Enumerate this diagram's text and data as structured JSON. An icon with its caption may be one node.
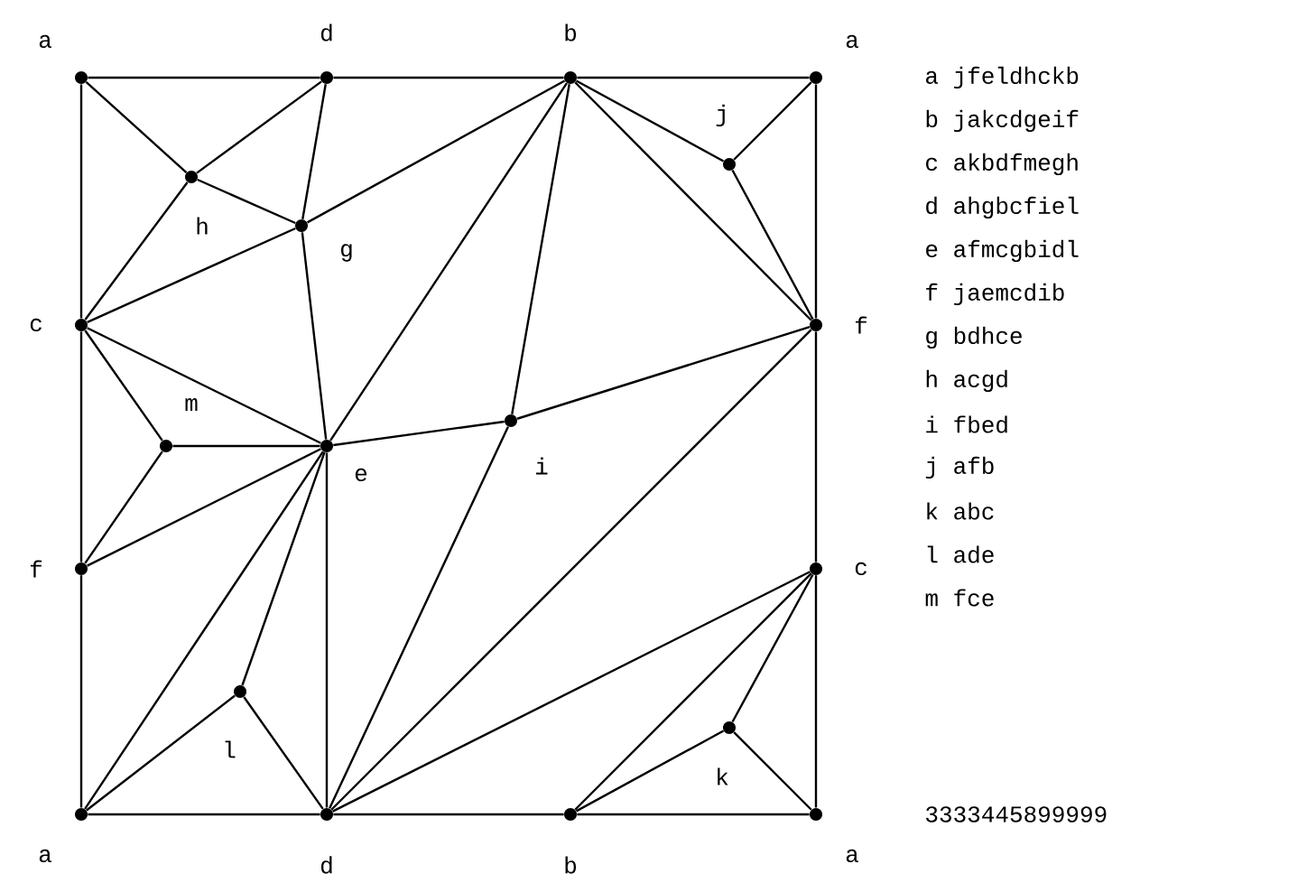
{
  "diagram": {
    "nodes": [
      {
        "text": [],
        "shape": "circle",
        "beside": [
          "a"
        ]
      },
      {
        "text": [],
        "shape": "circle",
        "beside": [
          "d"
        ]
      },
      {
        "text": [],
        "shape": "circle",
        "beside": [
          "b"
        ]
      },
      {
        "text": [],
        "shape": "circle",
        "beside": [
          "a"
        ]
      },
      {
        "text": [],
        "shape": "circle",
        "beside": [
          "j"
        ]
      },
      {
        "text": [],
        "shape": "circle",
        "beside": [
          "h"
        ]
      },
      {
        "text": [],
        "shape": "circle",
        "beside": [
          "g"
        ]
      },
      {
        "text": [],
        "shape": "circle",
        "beside": [
          "c"
        ]
      },
      {
        "text": [],
        "shape": "circle",
        "beside": [
          "f"
        ]
      },
      {
        "text": [],
        "shape": "circle",
        "beside": [
          "i"
        ]
      },
      {
        "text": [],
        "shape": "circle",
        "beside": [
          "m"
        ]
      },
      {
        "text": [],
        "shape": "circle",
        "beside": [
          "e"
        ]
      },
      {
        "text": [],
        "shape": "circle",
        "beside": [
          "f"
        ]
      },
      {
        "text": [],
        "shape": "circle",
        "beside": [
          "c"
        ]
      },
      {
        "text": [],
        "shape": "circle",
        "beside": [
          "l"
        ]
      },
      {
        "text": [],
        "shape": "circle",
        "beside": [
          "k"
        ]
      },
      {
        "text": [],
        "shape": "circle",
        "beside": [
          "a"
        ]
      },
      {
        "text": [],
        "shape": "circle",
        "beside": [
          "d"
        ]
      },
      {
        "text": [],
        "shape": "circle",
        "beside": [
          "b"
        ]
      },
      {
        "text": [],
        "shape": "circle",
        "beside": [
          "a"
        ]
      }
    ],
    "edges": [
      {
        "from": 0,
        "to": 1,
        "arrow": "none"
      },
      {
        "from": 1,
        "to": 2,
        "arrow": "none"
      },
      {
        "from": 2,
        "to": 3,
        "arrow": "none"
      },
      {
        "from": 0,
        "to": 7,
        "arrow": "none"
      },
      {
        "from": 7,
        "to": 12,
        "arrow": "none"
      },
      {
        "from": 12,
        "to": 16,
        "arrow": "none"
      },
      {
        "from": 3,
        "to": 8,
        "arrow": "none"
      },
      {
        "from": 8,
        "to": 13,
        "arrow": "none"
      },
      {
        "from": 13,
        "to": 19,
        "arrow": "none"
      },
      {
        "from": 16,
        "to": 17,
        "arrow": "none"
      },
      {
        "from": 17,
        "to": 18,
        "arrow": "none"
      },
      {
        "from": 18,
        "to": 19,
        "arrow": "none"
      },
      {
        "from": 0,
        "to": 5,
        "arrow": "none"
      },
      {
        "from": 5,
        "to": 1,
        "arrow": "none"
      },
      {
        "from": 5,
        "to": 7,
        "arrow": "none"
      },
      {
        "from": 5,
        "to": 6,
        "arrow": "none"
      },
      {
        "from": 1,
        "to": 6,
        "arrow": "none"
      },
      {
        "from": 6,
        "to": 2,
        "arrow": "none"
      },
      {
        "from": 6,
        "to": 7,
        "arrow": "none"
      },
      {
        "from": 6,
        "to": 11,
        "arrow": "none"
      },
      {
        "from": 7,
        "to": 11,
        "arrow": "none"
      },
      {
        "from": 7,
        "to": 10,
        "arrow": "none"
      },
      {
        "from": 10,
        "to": 11,
        "arrow": "none"
      },
      {
        "from": 10,
        "to": 12,
        "arrow": "none"
      },
      {
        "from": 12,
        "to": 11,
        "arrow": "none"
      },
      {
        "from": 2,
        "to": 11,
        "arrow": "none"
      },
      {
        "from": 2,
        "to": 9,
        "arrow": "none"
      },
      {
        "from": 2,
        "to": 8,
        "arrow": "none"
      },
      {
        "from": 2,
        "to": 4,
        "arrow": "none"
      },
      {
        "from": 4,
        "to": 3,
        "arrow": "none"
      },
      {
        "from": 4,
        "to": 8,
        "arrow": "none"
      },
      {
        "from": 9,
        "to": 11,
        "arrow": "none"
      },
      {
        "from": 9,
        "to": 8,
        "arrow": "none"
      },
      {
        "from": 9,
        "to": 17,
        "arrow": "none"
      },
      {
        "from": 16,
        "to": 11,
        "arrow": "none"
      },
      {
        "from": 16,
        "to": 14,
        "arrow": "none"
      },
      {
        "from": 14,
        "to": 11,
        "arrow": "none"
      },
      {
        "from": 14,
        "to": 17,
        "arrow": "none"
      },
      {
        "from": 11,
        "to": 17,
        "arrow": "none"
      },
      {
        "from": 8,
        "to": 17,
        "arrow": "none"
      },
      {
        "from": 13,
        "to": 17,
        "arrow": "none"
      },
      {
        "from": 13,
        "to": 18,
        "arrow": "none"
      },
      {
        "from": 13,
        "to": 15,
        "arrow": "none"
      },
      {
        "from": 15,
        "to": 18,
        "arrow": "none"
      },
      {
        "from": 15,
        "to": 19,
        "arrow": "none"
      }
    ],
    "labels": [
      "a jfeldhckb",
      "b jakcdgeif",
      "c akbdfmegh",
      "d ahgbcfiel",
      "e afmcgbidl",
      "f jaemcdib",
      "g bdhce",
      "h acgd",
      "i fbed",
      "j afb",
      "k abc",
      "l ade",
      "m fce",
      "3333445899999"
    ]
  }
}
